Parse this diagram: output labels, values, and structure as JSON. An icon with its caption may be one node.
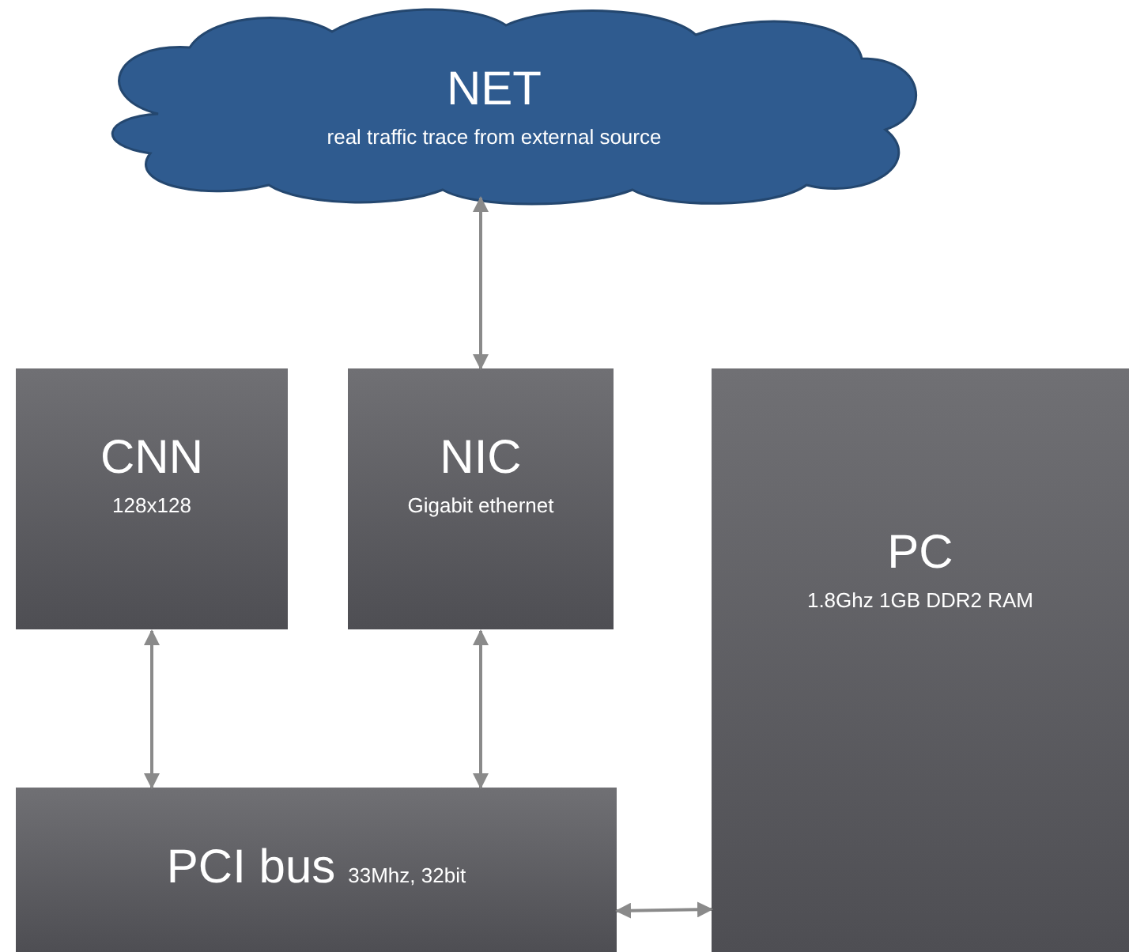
{
  "diagram": {
    "nodes": [
      {
        "text": [
          "NET",
          "real traffic trace from external source"
        ]
      },
      {
        "text": [
          "CNN",
          "128x128"
        ]
      },
      {
        "text": [
          "NIC",
          "Gigabit ethernet"
        ]
      },
      {
        "text": [
          "PC",
          "1.8Ghz 1GB DDR2 RAM"
        ]
      },
      {
        "text": [
          "PCI bus",
          "33Mhz, 32bit"
        ]
      }
    ],
    "edges": [
      {
        "from": 0,
        "to": 2,
        "arrow": "both"
      },
      {
        "from": 1,
        "to": 4,
        "arrow": "both"
      },
      {
        "from": 2,
        "to": 4,
        "arrow": "both"
      },
      {
        "from": 4,
        "to": 3,
        "arrow": "both"
      }
    ]
  }
}
